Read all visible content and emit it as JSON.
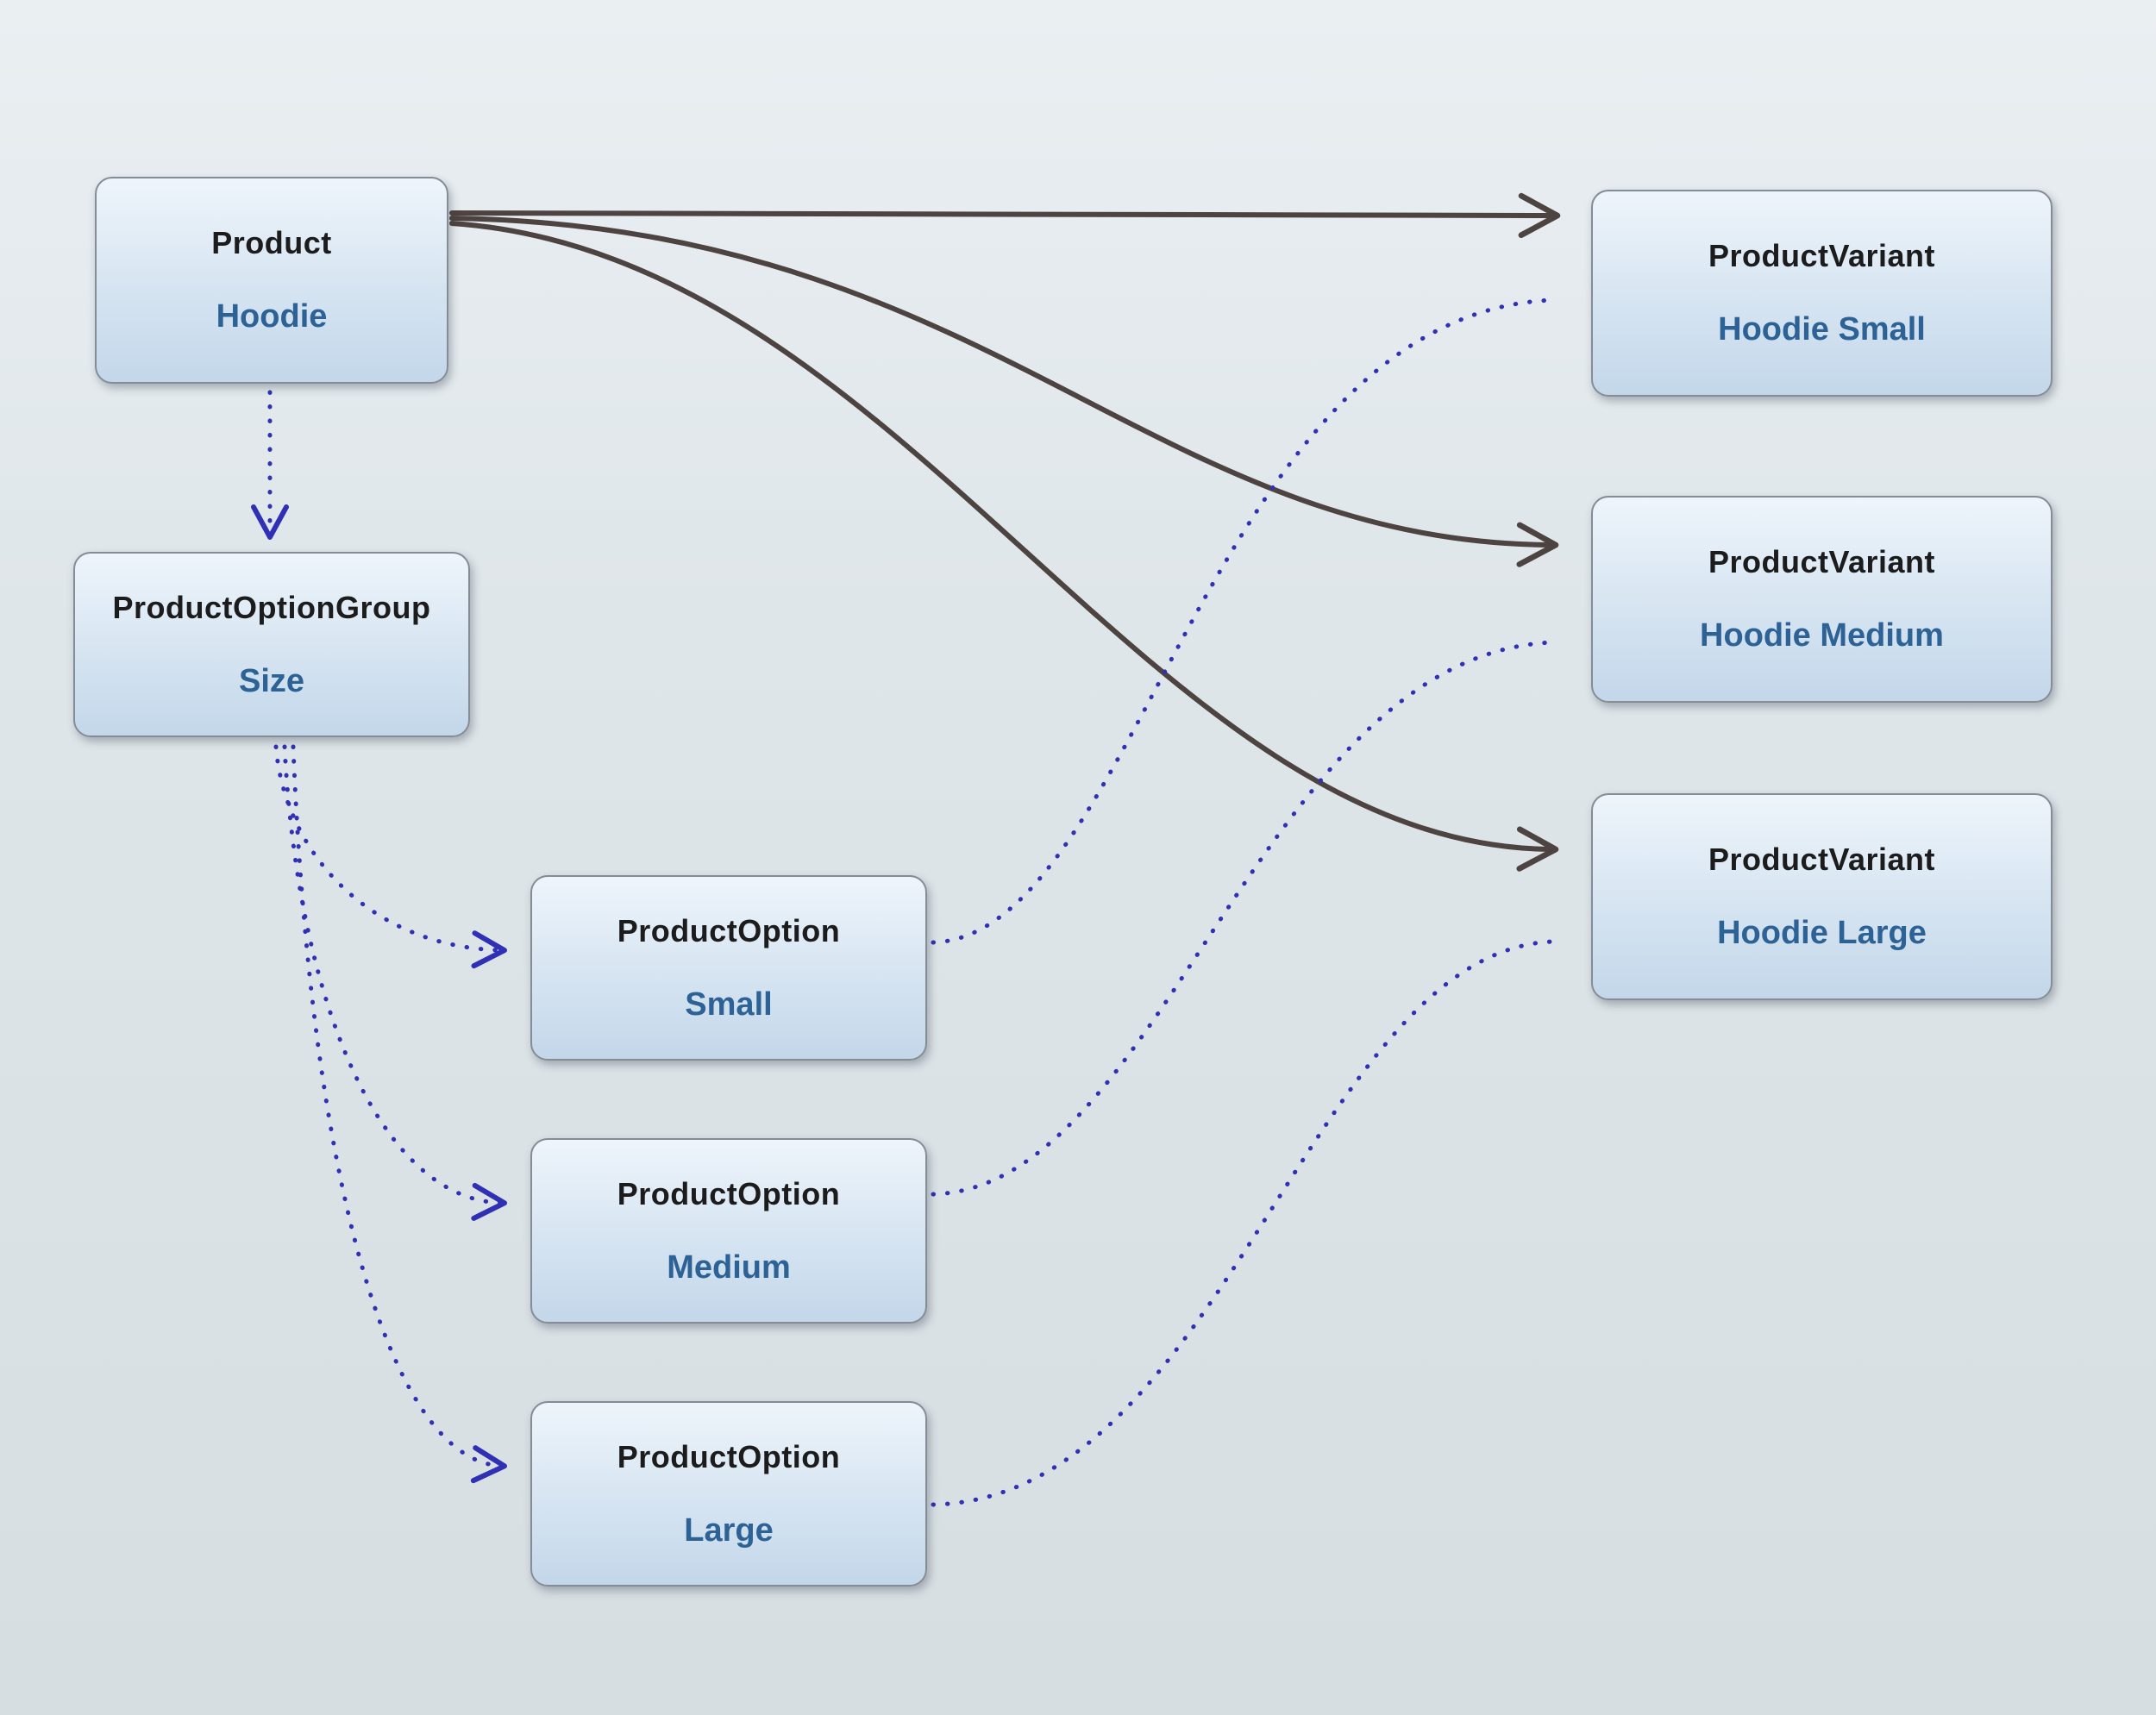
{
  "nodes": {
    "product": {
      "type": "Product",
      "value": "Hoodie"
    },
    "option_group": {
      "type": "ProductOptionGroup",
      "value": "Size"
    },
    "option_small": {
      "type": "ProductOption",
      "value": "Small"
    },
    "option_medium": {
      "type": "ProductOption",
      "value": "Medium"
    },
    "option_large": {
      "type": "ProductOption",
      "value": "Large"
    },
    "variant_small": {
      "type": "ProductVariant",
      "value": "Hoodie Small"
    },
    "variant_medium": {
      "type": "ProductVariant",
      "value": "Hoodie Medium"
    },
    "variant_large": {
      "type": "ProductVariant",
      "value": "Hoodie Large"
    }
  },
  "edges": [
    {
      "from": "product",
      "to": "variant_small",
      "style": "solid"
    },
    {
      "from": "product",
      "to": "variant_medium",
      "style": "solid"
    },
    {
      "from": "product",
      "to": "variant_large",
      "style": "solid"
    },
    {
      "from": "product",
      "to": "option_group",
      "style": "dotted"
    },
    {
      "from": "option_group",
      "to": "option_small",
      "style": "dotted"
    },
    {
      "from": "option_group",
      "to": "option_medium",
      "style": "dotted"
    },
    {
      "from": "option_group",
      "to": "option_large",
      "style": "dotted"
    },
    {
      "from": "option_small",
      "to": "variant_small",
      "style": "dotted"
    },
    {
      "from": "option_medium",
      "to": "variant_medium",
      "style": "dotted"
    },
    {
      "from": "option_large",
      "to": "variant_large",
      "style": "dotted"
    }
  ],
  "colors": {
    "solid_edge": "#4d4340",
    "dotted_edge": "#3030b5",
    "node_type_text": "#1c1c1c",
    "node_value_text": "#2d6296"
  }
}
